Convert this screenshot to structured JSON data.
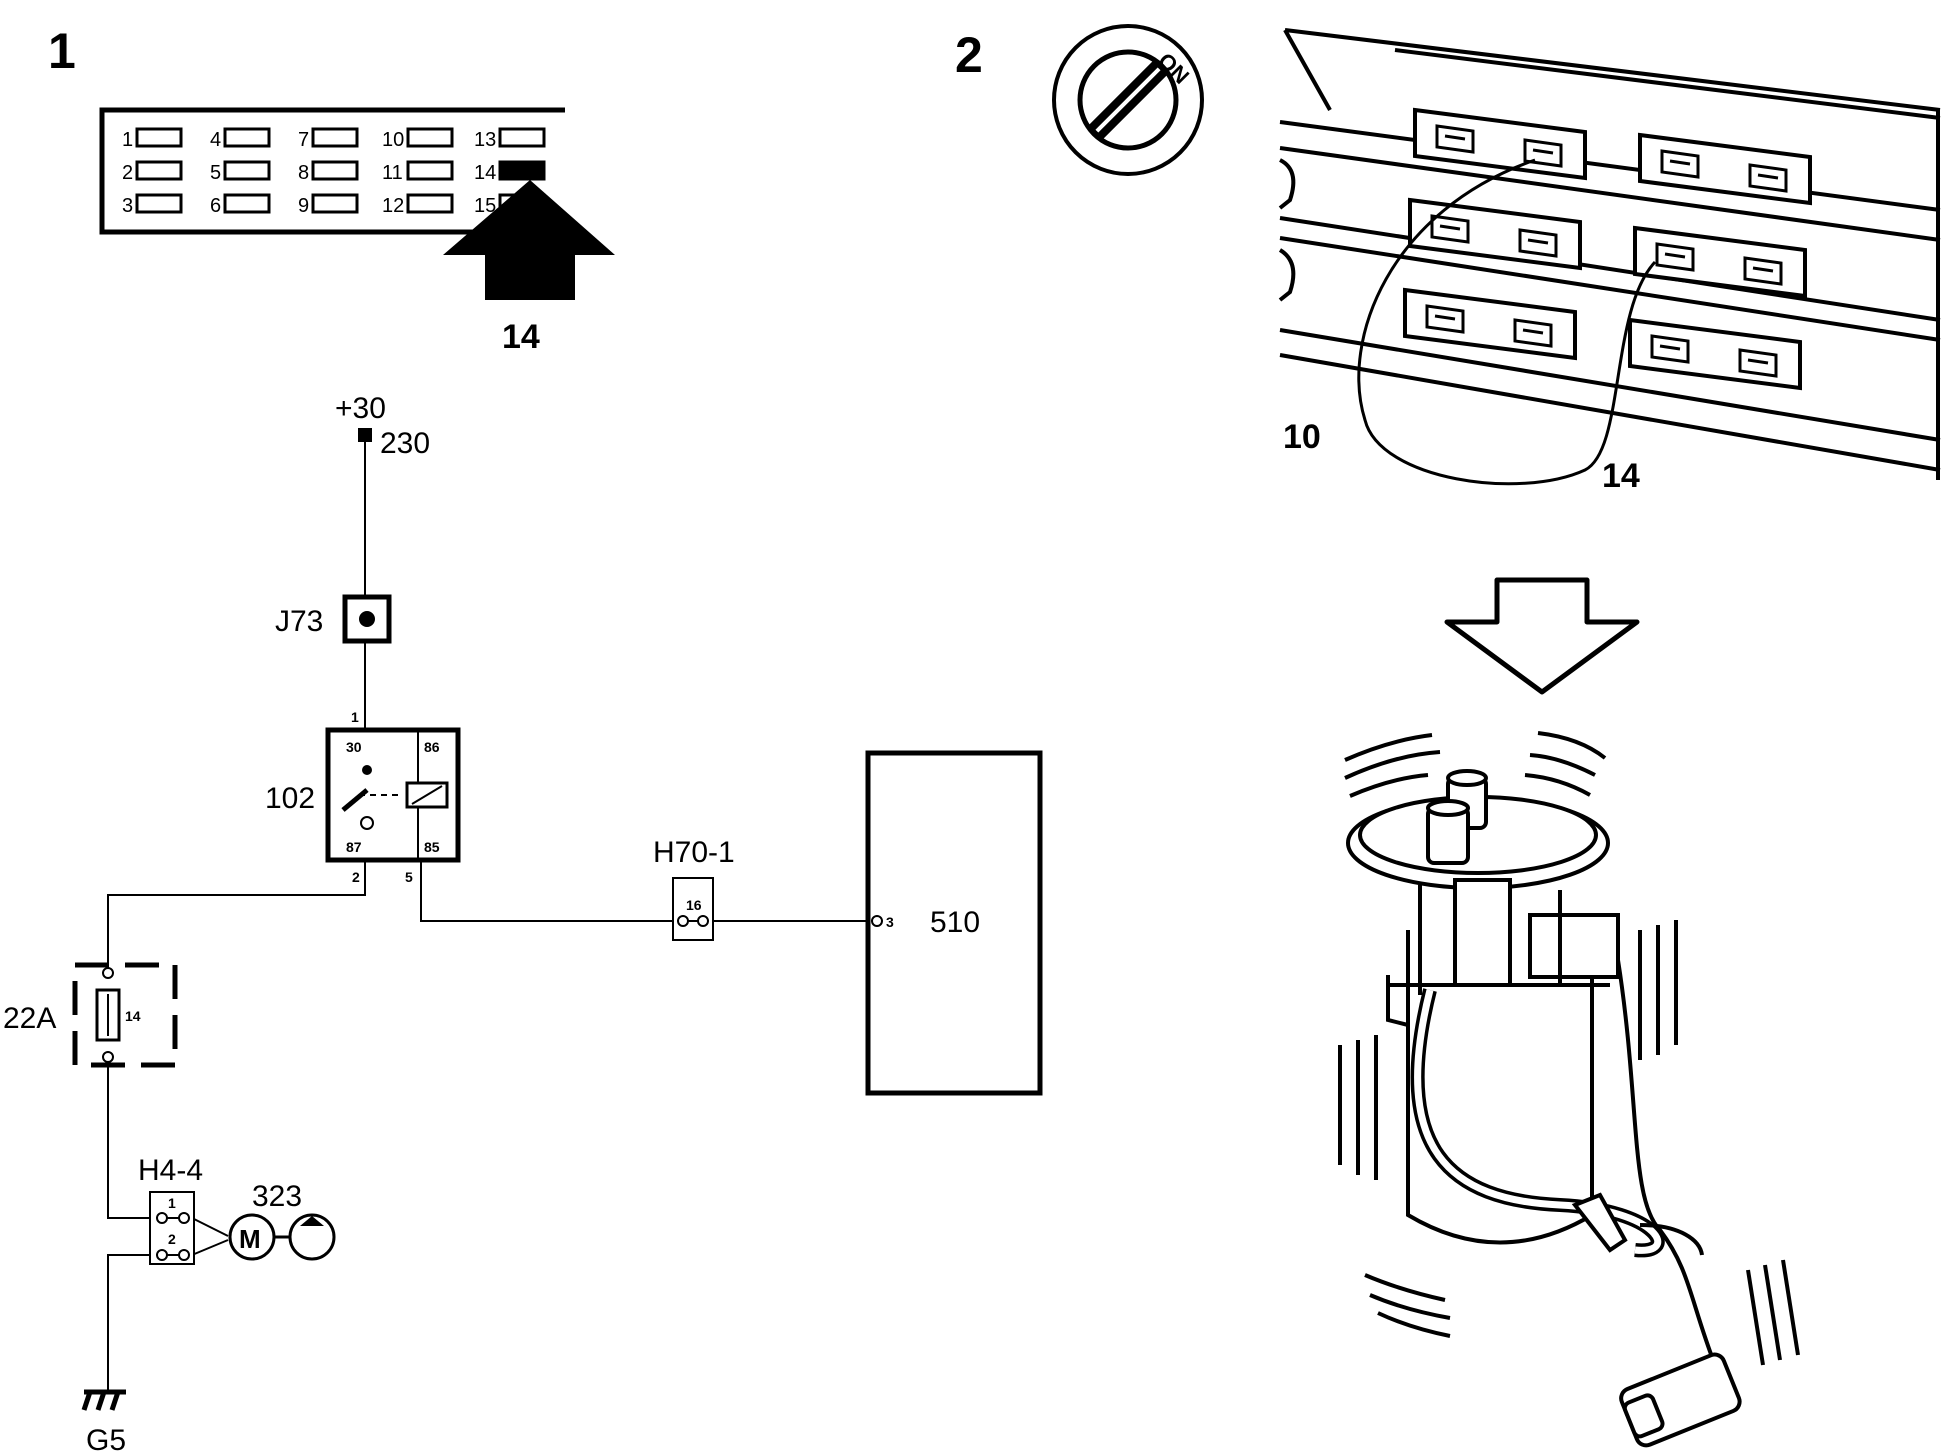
{
  "step_numbers": {
    "step1": "1",
    "step2": "2"
  },
  "fuse_box": {
    "slots": [
      "1",
      "2",
      "3",
      "4",
      "5",
      "6",
      "7",
      "8",
      "9",
      "10",
      "11",
      "12",
      "13",
      "14",
      "15"
    ],
    "arrow_label": "14"
  },
  "ignition_switch": {
    "label": "ON"
  },
  "fuse_bridge": {
    "label_a": "10",
    "label_b": "14"
  },
  "circuit": {
    "supply": "+30",
    "supply_terminal": "230",
    "connector_j73": "J73",
    "relay_id": "102",
    "relay_pins": {
      "p30": "30",
      "p86": "86",
      "p87": "87",
      "p85": "85"
    },
    "relay_wires": {
      "w1": "1",
      "w2": "2",
      "w5": "5"
    },
    "connector_h70": "H70-1",
    "h70_pin": "16",
    "ecu_id": "510",
    "ecu_pin": "3",
    "fuse_id": "22A",
    "fuse_num": "14",
    "connector_h4": "H4-4",
    "h4_pins": {
      "p1": "1",
      "p2": "2"
    },
    "pump_id": "323",
    "motor_symbol": "M",
    "ground_id": "G5"
  },
  "colors": {
    "ink": "#000000",
    "paper": "#ffffff"
  }
}
